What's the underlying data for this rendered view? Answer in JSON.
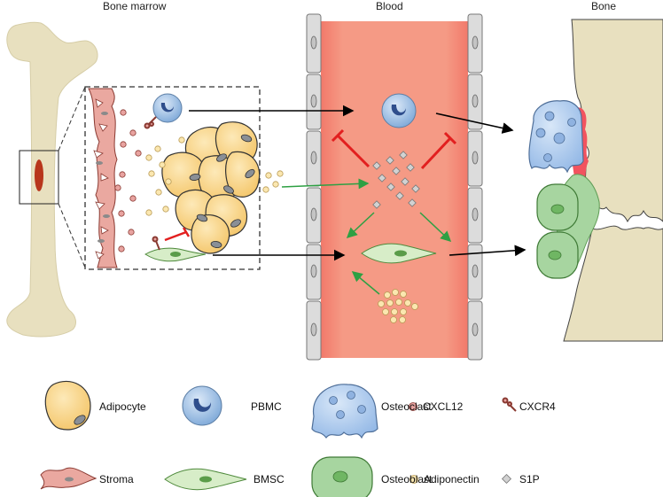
{
  "sections": {
    "bone_marrow": "Bone marrow",
    "blood": "Blood",
    "bone": "Bone"
  },
  "legend": {
    "adipocyte": "Adipocyte",
    "pbmc": "PBMC",
    "osteoclast": "Osteoclast",
    "cxcl12": "CXCL12",
    "cxcr4": "CXCR4",
    "stroma": "Stroma",
    "bmsc": "BMSC",
    "osteoblast": "Osteoblast",
    "adiponectin": "Adiponectin",
    "s1p": "S1P"
  },
  "colors": {
    "bone": "#e8e0bf",
    "blood": "#f59a85",
    "blood_edge": "#f2796a",
    "vessel_wall": "#d9d9d9",
    "adipocyte": "#f9d482",
    "pbmc": "#8fb7e3",
    "osteoclast": "#a9c9ec",
    "osteoblast": "#a7d5a0",
    "bmsc": "#d7edc8",
    "stroma": "#eaa8a0",
    "cxcl12": "#e8a3a0",
    "adiponectin": "#fbe7b0",
    "s1p": "#c8c8c8",
    "marrow_spot": "#b8361c",
    "inhibition": "#e21f1f",
    "stimulation": "#2ea043",
    "arrow": "#000000",
    "resorption": "#f2535f"
  }
}
